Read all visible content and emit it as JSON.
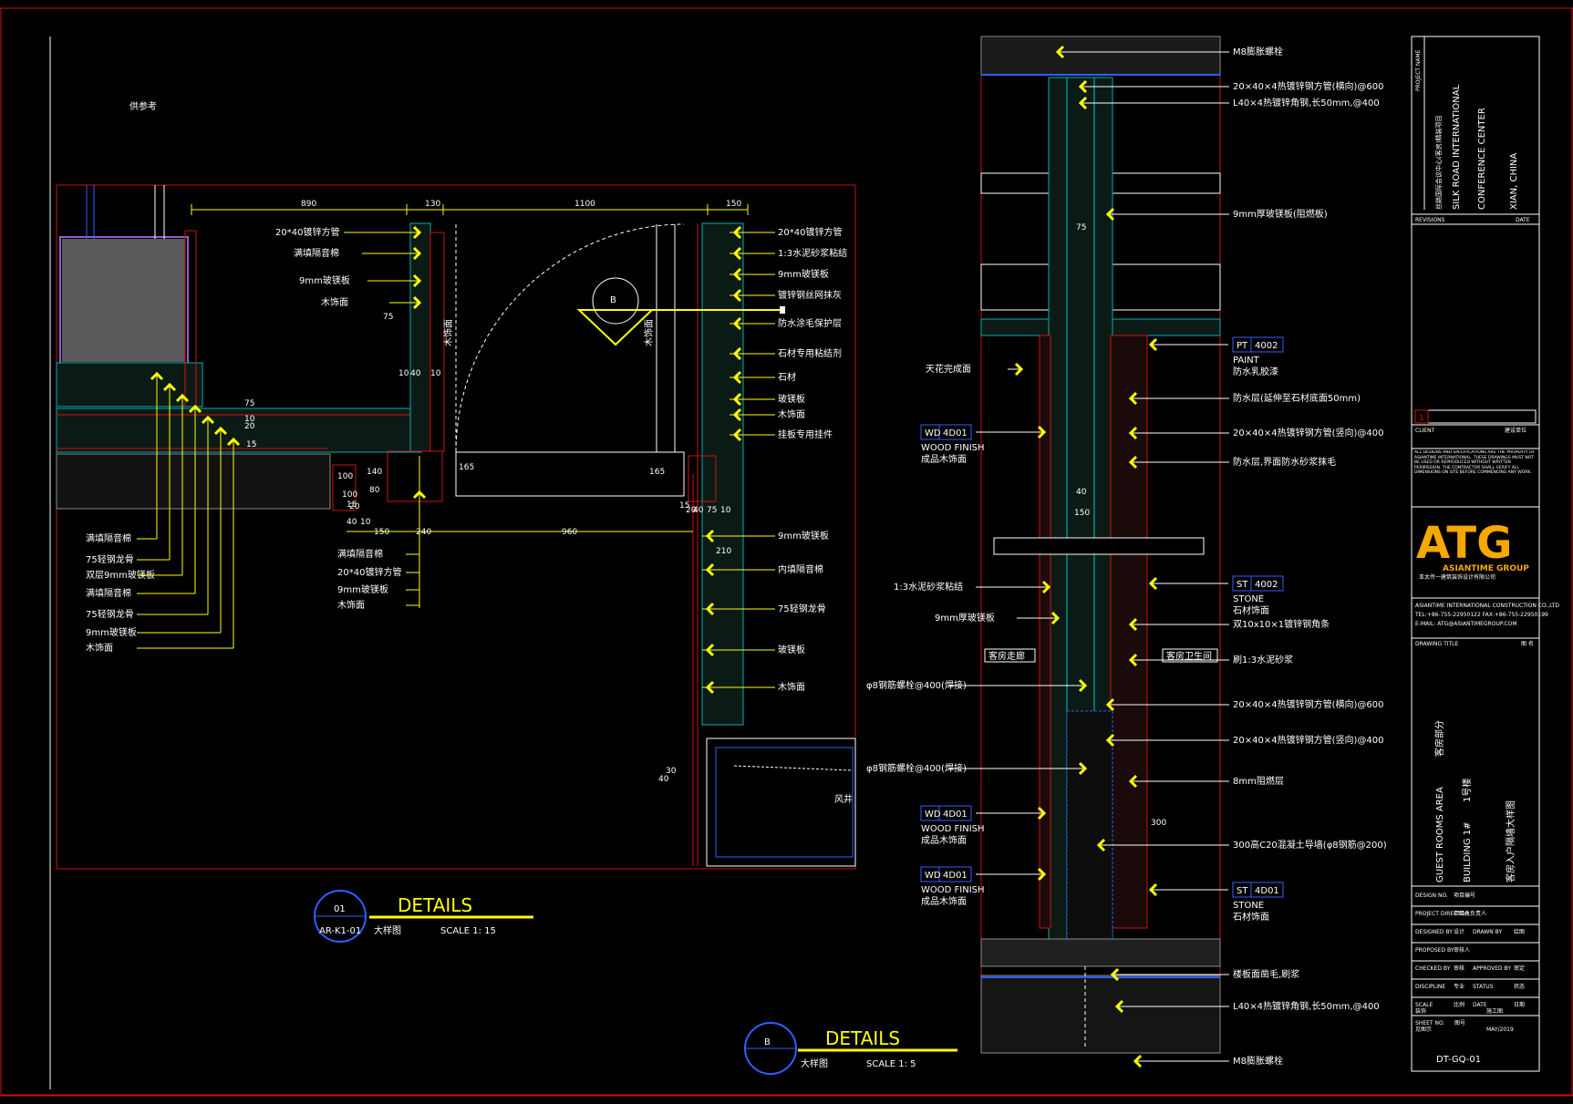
{
  "colors": {
    "background": "#000000",
    "border_red": "#d01010",
    "annotation_yellow": "#ffff00",
    "line_cyan": "#00c8c8",
    "line_blue": "#3060ff",
    "text_white": "#ffffff",
    "brand_orange": "#f5a800"
  },
  "left_drawing": {
    "note": "供参考",
    "dims_top": [
      "890",
      "130",
      "1100",
      "150"
    ],
    "dims_mid": [
      "75",
      "10",
      "40",
      "10",
      "165",
      "165",
      "100",
      "100",
      "80",
      "140",
      "15",
      "40",
      "10",
      "20",
      "75",
      "10",
      "20",
      "15"
    ],
    "dims_bottom": [
      "150",
      "240",
      "960",
      "75",
      "10",
      "20",
      "15",
      "40",
      "210",
      "40",
      "30"
    ],
    "labels_top_left": [
      "20*40镀锌方管",
      "满填隔音棉",
      "9mm玻镁板",
      "木饰面"
    ],
    "labels_top_right": [
      "20*40镀锌方管",
      "1:3水泥砂浆粘结",
      "9mm玻镁板",
      "镀锌钢丝网抹灰",
      "防水涂毛保护层",
      "石材专用粘结剂",
      "石材",
      "玻镁板",
      "木饰面",
      "挂板专用挂件"
    ],
    "labels_left_stack": [
      "满填隔音棉",
      "75轻钢龙骨",
      "双层9mm玻镁板",
      "满填隔音棉",
      "75轻钢龙骨",
      "9mm玻镁板",
      "木饰面"
    ],
    "labels_mid": [
      "满填隔音棉",
      "20*40镀锌方管",
      "9mm玻镁板",
      "木饰面"
    ],
    "labels_right_lower": [
      "9mm玻镁板",
      "内填隔音棉",
      "75轻钢龙骨",
      "玻镁板",
      "木饰面"
    ],
    "vertical_labels": [
      "木饰面",
      "木饰面"
    ],
    "callout_b": "B",
    "shaft_label": "风井",
    "title": {
      "number": "01",
      "sheet_ref": "AR-K1-01",
      "heading": "DETAILS",
      "cn": "大样图",
      "scale": "SCALE 1:  15"
    }
  },
  "right_drawing": {
    "labels_right": [
      "M8膨胀螺栓",
      "20×40×4热镀锌钢方管(横向)@600",
      "L40×4热镀锌角钢,长50mm,@400",
      "9mm厚玻镁板(阻燃板)",
      "防水层(延伸至石材底面50mm)",
      "20×40×4热镀锌钢方管(竖向)@400",
      "防水层,界面防水砂浆抹毛",
      "双10x10×1镀锌钢角条",
      "刷1:3水泥砂浆",
      "20×40×4热镀锌钢方管(横向)@600",
      "20×40×4热镀锌钢方管(竖向)@400",
      "8mm阻燃层",
      "300高C20混凝土导墙(φ8钢筋@200)",
      "楼板面凿毛,刷浆",
      "L40×4热镀锌角钢,长50mm,@400",
      "M8膨胀螺栓"
    ],
    "tag_pt": {
      "code": "PT",
      "num": "4002",
      "name": "PAINT",
      "cn": "防水乳胶漆"
    },
    "tag_st1": {
      "code": "ST",
      "num": "4002",
      "name": "STONE",
      "cn": "石材饰面"
    },
    "tag_st2": {
      "code": "ST",
      "num": "4D01",
      "name": "STONE",
      "cn": "石材饰面"
    },
    "tag_wd1": {
      "code": "WD",
      "num": "4D01",
      "name": "WOOD FINISH",
      "cn": "成品木饰面"
    },
    "tag_wd2": {
      "code": "WD",
      "num": "4D01",
      "name": "WOOD FINISH",
      "cn": "成品木饰面"
    },
    "tag_wd3": {
      "code": "WD",
      "num": "4D01",
      "name": "WOOD FINISH",
      "cn": "成品木饰面"
    },
    "labels_left": [
      "天花完成面",
      "1:3水泥砂浆粘结",
      "9mm厚玻镁板",
      "φ8钢筋螺栓@400(焊接)",
      "φ8钢筋螺栓@400(焊接)"
    ],
    "room_left": "客房走廊",
    "room_right": "客房卫生间",
    "dims": [
      "75",
      "40",
      "150",
      "300"
    ],
    "title": {
      "callout": "B",
      "heading": "DETAILS",
      "cn": "大样图",
      "scale": "SCALE 1:  5"
    }
  },
  "title_block": {
    "project_name_label": "PROJECT NAME",
    "project_cn": "丝路国际会议中心(客房)精装项目",
    "project_en1": "SILK ROAD INTERNATIONAL",
    "project_en2": "CONFERENCE CENTER",
    "project_en3": "XIAN, CHINA",
    "revisions": "REVISIONS",
    "date": "DATE",
    "client": "CLIENT",
    "client_cn": "建设单位",
    "revision_mark": "1",
    "notes": "ALL DESIGNS AND SPECIFICATIONS ARE THE PROPERTY OF ASIANTIME INTERNATIONAL. THESE DRAWINGS MUST NOT BE USED OR REPRODUCED WITHOUT WRITTEN PERMISSION. THE CONTRACTOR SHALL VERIFY ALL DIMENSIONS ON SITE BEFORE COMMENCING ANY WORK.",
    "brand": "ATG",
    "brand_sub": "ASIANTIME GROUP",
    "brand_cn": "亚太传一建筑装饰设计有限公司",
    "company_lines": [
      "ASIANTIME INTERNATIONAL CONSTRUCTION CO.,LTD",
      "TEL:+86-755-22950122  FAX:+86-755-22950199",
      "E-MAIL: ATG@ASIANTIMEGROUP.COM"
    ],
    "drawing_title_label": "DRAWING TITLE",
    "drawing_title_cn_label": "图 名",
    "area_en": "GUEST ROOMS AREA",
    "area_cn": "客房部分",
    "building_en": "BUILDING 1#",
    "building_cn": "1号楼",
    "drawing_name": "客房入户隔墙大样图",
    "rows": [
      [
        "DESIGN NO.",
        "项目编号",
        ""
      ],
      [
        "PROJECT DIRECTOR",
        "项目总负责人",
        ""
      ],
      [
        "DESIGNED BY",
        "设计",
        "DRAWN BY",
        "绘图"
      ],
      [
        "PROPOSED BY",
        "审核人",
        ""
      ],
      [
        "CHECKED BY",
        "审核",
        "APPROVED BY",
        "审定"
      ],
      [
        "DISCIPLINE",
        "专业",
        "STATUS",
        "状态"
      ],
      [
        "SCALE",
        "比例",
        "DATE",
        "日期"
      ]
    ],
    "discipline_value": "装饰",
    "status_value": "施工图",
    "scale_value": "见图示",
    "date_value": "MAY/2019",
    "sheet_no_label": "SHEET NO.",
    "sheet_no_cn": "图号",
    "sheet_no": "DT-GQ-01"
  }
}
